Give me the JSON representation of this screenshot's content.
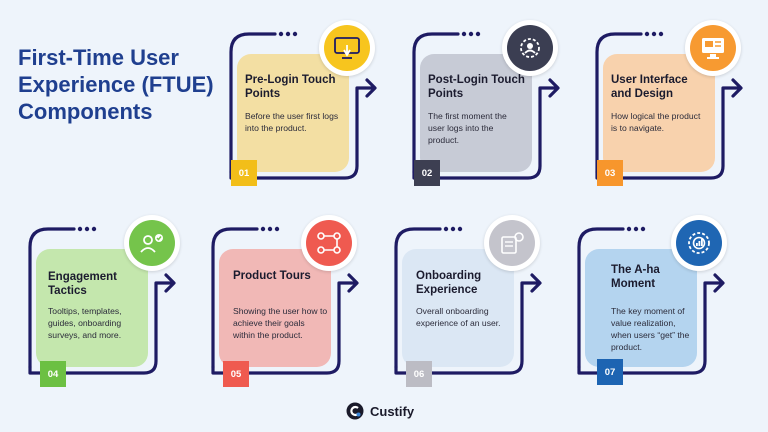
{
  "title": "First-Time User Experience (FTUE) Components",
  "brand": "Custify",
  "cards": [
    {
      "number": "01",
      "title": "Pre-Login Touch Points",
      "desc": "Before the user first logs into the product.",
      "panel": "#f3dfa3",
      "badge": "#f2be19",
      "iconBg": "#f7c51e",
      "icon": "computer-touch-icon"
    },
    {
      "number": "02",
      "title": "Post-Login Touch Points",
      "desc": "The first moment the user logs into the product.",
      "panel": "#c7cbd6",
      "badge": "#3d3f52",
      "iconBg": "#3b3e52",
      "icon": "user-gear-icon"
    },
    {
      "number": "03",
      "title": "User Interface and Design",
      "desc": "How logical the product is to navigate.",
      "panel": "#f8d2ad",
      "badge": "#f7962c",
      "iconBg": "#f79a31",
      "icon": "monitor-icon"
    },
    {
      "number": "04",
      "title": "Engagement Tactics",
      "desc": "Tooltips, templates, guides, onboarding surveys, and more.",
      "panel": "#c4e7ad",
      "badge": "#6cc043",
      "iconBg": "#75c44b",
      "icon": "engagement-icon"
    },
    {
      "number": "05",
      "title": "Product Tours",
      "desc": "Showing the user how to achieve their goals within the product.",
      "panel": "#f1b8b6",
      "badge": "#ef5a4f",
      "iconBg": "#ef5a50",
      "icon": "flowchart-icon"
    },
    {
      "number": "06",
      "title": "Onboarding Experience",
      "desc": "Overall onboarding experience of an user.",
      "panel": "#dbe7f4",
      "badge": "#bcbcc4",
      "iconBg": "#c4c4cc",
      "icon": "onboarding-icon"
    },
    {
      "number": "07",
      "title": "The A-ha Moment",
      "desc": "The key moment of value realization, when users “get” the product.",
      "panel": "#b4d4ef",
      "badge": "#1d64b2",
      "iconBg": "#1f66b3",
      "icon": "target-gear-icon"
    }
  ]
}
